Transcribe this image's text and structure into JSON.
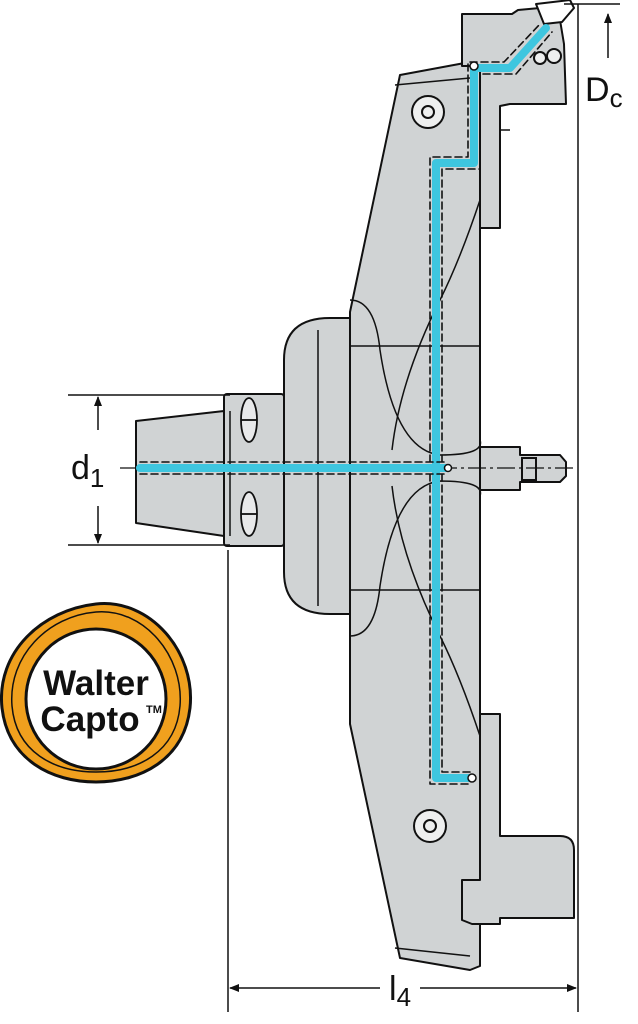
{
  "dimensions": {
    "dc": {
      "main": "D",
      "sub": "c"
    },
    "d1": {
      "main": "d",
      "sub": "1"
    },
    "l4": {
      "main": "l",
      "sub": "4"
    }
  },
  "logo": {
    "line1": "Walter",
    "line2": "Capto",
    "mark": "TM",
    "ring_color": "#f0a01e",
    "ring_outline": "#111111"
  },
  "colors": {
    "body_fill": "#d0d3d4",
    "outline": "#111111",
    "coolant": "#3ec6df"
  }
}
